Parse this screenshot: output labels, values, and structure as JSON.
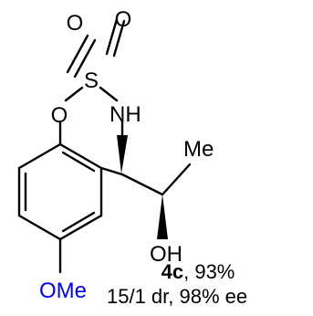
{
  "molecule": {
    "atoms": {
      "o_top_left": "O",
      "o_top_right": "O",
      "sulfur": "S",
      "ring_oxygen": "O",
      "nh": "NH",
      "methyl": "Me",
      "hydroxyl": "OH",
      "methoxy": "OMe"
    },
    "colors": {
      "bond": "#000000",
      "text": "#000000",
      "methoxy": "#0000ff"
    }
  },
  "caption": {
    "compound": "4c",
    "yield": ", 93%",
    "selectivity": "15/1 dr, 98% ee"
  }
}
